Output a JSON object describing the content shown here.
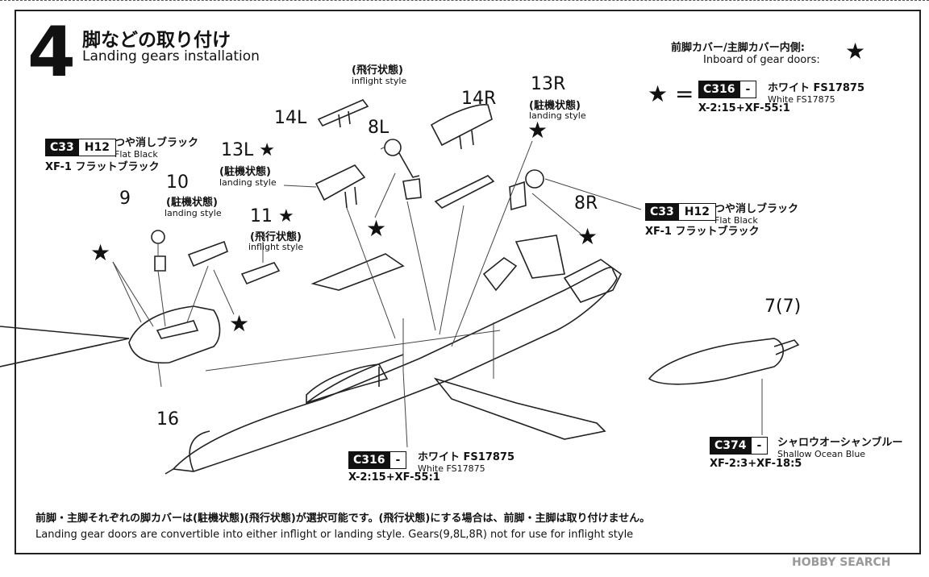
{
  "step": {
    "number": "4",
    "title_jp": "脚などの取り付け",
    "title_en": "Landing gears installation"
  },
  "legend": {
    "heading_jp": "前脚カバー/主脚カバー内側:",
    "heading_en": "Inboard of gear doors:",
    "star_eq": "★ =",
    "paint": {
      "code": "C316",
      "alt": "-",
      "name_jp": "ホワイト FS17875",
      "name_en": "White FS17875",
      "mix": "X-2:15+XF-55:1"
    }
  },
  "paints": {
    "flat_black_left": {
      "code": "C33",
      "alt": "H12",
      "name_jp": "つや消しブラック",
      "name_en": "Flat Black",
      "mix": "XF-1 フラットブラック"
    },
    "flat_black_right": {
      "code": "C33",
      "alt": "H12",
      "name_jp": "つや消しブラック",
      "name_en": "Flat Black",
      "mix": "XF-1 フラットブラック"
    },
    "white_bottom": {
      "code": "C316",
      "alt": "-",
      "name_jp": "ホワイト FS17875",
      "name_en": "White FS17875",
      "mix": "X-2:15+XF-55:1"
    },
    "shallow_blue": {
      "code": "C374",
      "alt": "-",
      "name_jp": "シャロウオーシャンブルー",
      "name_en": "Shallow Ocean Blue",
      "mix": "XF-2:3+XF-18:5"
    }
  },
  "parts": {
    "p9": "9",
    "p10": "10",
    "p10_jp": "(駐機状態)",
    "p10_en": "landing style",
    "p11": "11 ★",
    "p11_jp": "(飛行状態)",
    "p11_en": "inflight style",
    "p13L": "13L ★",
    "p13L_jp": "(駐機状態)",
    "p13L_en": "landing style",
    "p14L": "14L",
    "top_jp": "(飛行状態)",
    "top_en": "inflight style",
    "p8L": "8L",
    "p14R": "14R",
    "p13R": "13R",
    "p13R_jp": "(駐機状態)",
    "p13R_en": "landing style",
    "p8R": "8R",
    "p16": "16",
    "p7": "7(7)",
    "star": "★"
  },
  "notes": {
    "jp": "前脚・主脚それぞれの脚カバーは(駐機状態)(飛行状態)が選択可能です。(飛行状態)にする場合は、前脚・主脚は取り付けません。",
    "en": "Landing gear doors are convertible into  either inflight or landing style. Gears(9,8L,8R) not for use for inflight style"
  },
  "watermark": "HOBBY SEARCH"
}
